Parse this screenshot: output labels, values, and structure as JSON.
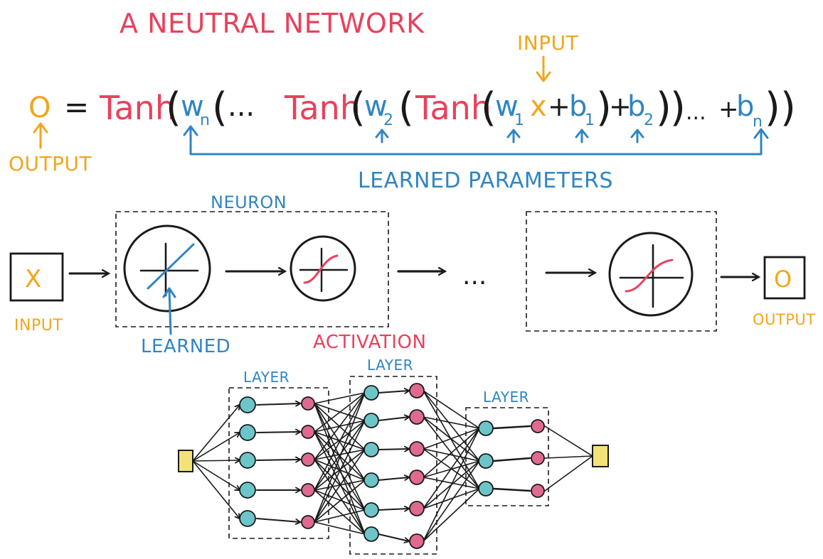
{
  "title": "A NEUTRAL NETWORK",
  "equation": {
    "output_symbol": "O",
    "equals": "=",
    "tanh": "Tanh",
    "open_paren": "(",
    "close_paren": ")",
    "dots": "...",
    "plus": "+",
    "w_n": "w",
    "w_n_sub": "n",
    "w_2": "w",
    "w_2_sub": "2",
    "w_1": "w",
    "w_1_sub": "1",
    "x": "x",
    "b_1": "b",
    "b_1_sub": "1",
    "b_2": "b",
    "b_2_sub": "2",
    "b_n": "b",
    "b_n_sub": "n",
    "input_label": "INPUT",
    "output_label": "OUTPUT",
    "learned_parameters_label": "LEARNED PARAMETERS"
  },
  "pipeline": {
    "input_symbol": "X",
    "input_label": "INPUT",
    "neuron_label": "NEURON",
    "learned_label": "LEARNED",
    "activation_label": "ACTIVATION",
    "ellipsis": "...",
    "output_symbol": "O",
    "output_label": "OUTPUT"
  },
  "network": {
    "layer_labels": [
      "LAYER",
      "LAYER",
      "LAYER"
    ]
  },
  "colors": {
    "red": "#e8415c",
    "blue": "#2f85c3",
    "yellow": "#f2a51c",
    "teal_node": "#6cc6c9",
    "pink_node": "#e06a8e",
    "yellow_box": "#f3e27a"
  }
}
